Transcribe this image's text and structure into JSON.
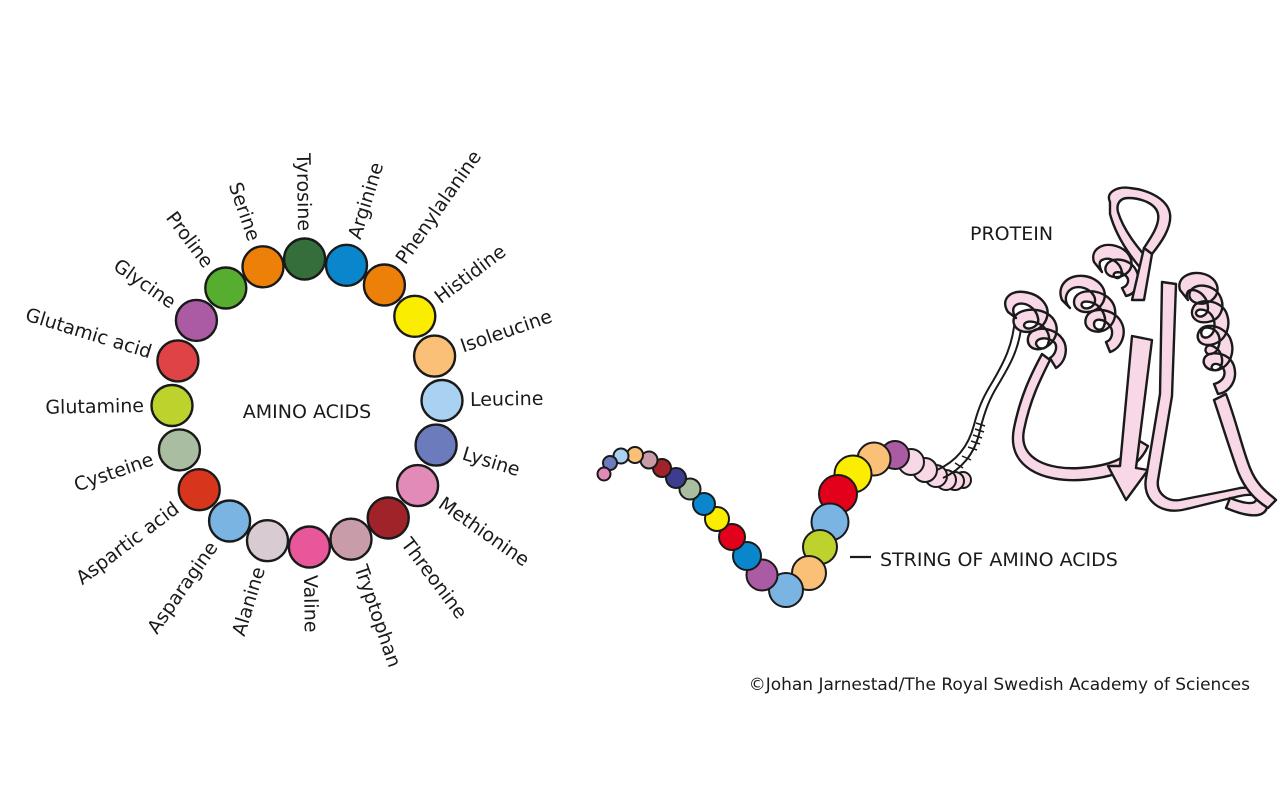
{
  "ring": {
    "title": "AMINO ACIDS",
    "acids": [
      {
        "name": "Tyrosine",
        "color": "#356e3a"
      },
      {
        "name": "Arginine",
        "color": "#0a86cc"
      },
      {
        "name": "Phenylalanine",
        "color": "#ec8009"
      },
      {
        "name": "Histidine",
        "color": "#fbed00"
      },
      {
        "name": "Isoleucine",
        "color": "#fac077"
      },
      {
        "name": "Leucine",
        "color": "#a9d1f1"
      },
      {
        "name": "Lysine",
        "color": "#6c7bbb"
      },
      {
        "name": "Methionine",
        "color": "#e38bb8"
      },
      {
        "name": "Threonine",
        "color": "#a02329"
      },
      {
        "name": "Tryptophan",
        "color": "#c89ca9"
      },
      {
        "name": "Valine",
        "color": "#e8579a"
      },
      {
        "name": "Alanine",
        "color": "#d8ccd2"
      },
      {
        "name": "Asparagine",
        "color": "#7ab4e3"
      },
      {
        "name": "Aspartic acid",
        "color": "#d7361d"
      },
      {
        "name": "Cysteine",
        "color": "#a9bea1"
      },
      {
        "name": "Glutamine",
        "color": "#bdd22d"
      },
      {
        "name": "Glutamic acid",
        "color": "#e04346"
      },
      {
        "name": "Glycine",
        "color": "#ab5ba3"
      },
      {
        "name": "Proline",
        "color": "#57ad2f"
      },
      {
        "name": "Serine",
        "color": "#ec8009"
      }
    ]
  },
  "chain": {
    "label": "STRING OF AMINO ACIDS",
    "bead_colors": [
      "#e38bb8",
      "#6c7bbb",
      "#a9d1f1",
      "#fac077",
      "#c89ca9",
      "#a02329",
      "#3d3d8f",
      "#a9bea1",
      "#0a86cc",
      "#fbed00",
      "#e2001a",
      "#0a86cc",
      "#ab5ba3",
      "#7ab4e3",
      "#fac077",
      "#bdd22d",
      "#7ab4e3",
      "#e2001a",
      "#fbed00",
      "#fac077",
      "#ab5ba3",
      "#f8d7e6",
      "#f8d7e6",
      "#f8d7e6",
      "#f8d7e6",
      "#f8d7e6",
      "#f8d7e6"
    ]
  },
  "protein": {
    "label": "PROTEIN",
    "fill_color": "#f8d7e6"
  },
  "credit": "©Johan Jarnestad/The Royal Swedish Academy of Sciences"
}
